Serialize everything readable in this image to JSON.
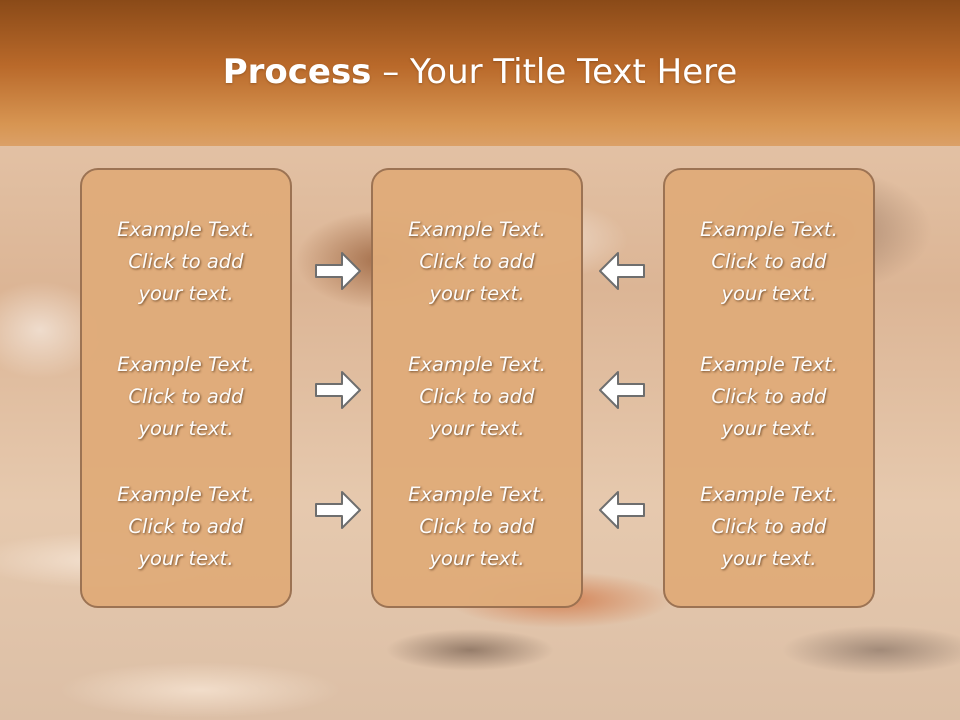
{
  "slide": {
    "title_bold": "Process",
    "title_rest": " – Your Title Text Here"
  },
  "columns": {
    "left": {
      "items": [
        {
          "l1": "Example Text.",
          "l2": "Click  to add",
          "l3": "your text."
        },
        {
          "l1": "Example Text.",
          "l2": "Click  to add",
          "l3": "your text."
        },
        {
          "l1": "Example Text.",
          "l2": "Click  to add",
          "l3": "your text."
        }
      ]
    },
    "center": {
      "items": [
        {
          "l1": "Example Text.",
          "l2": "Click  to add",
          "l3": "your text."
        },
        {
          "l1": "Example Text.",
          "l2": "Click  to add",
          "l3": "your text."
        },
        {
          "l1": "Example Text.",
          "l2": "Click  to add",
          "l3": "your text."
        }
      ]
    },
    "right": {
      "items": [
        {
          "l1": "Example Text.",
          "l2": "Click  to add",
          "l3": "your text."
        },
        {
          "l1": "Example Text.",
          "l2": "Click  to add",
          "l3": "your text."
        },
        {
          "l1": "Example Text.",
          "l2": "Click  to add",
          "l3": "your text."
        }
      ]
    }
  },
  "icons": {
    "left_arrows": "arrow-right-icon",
    "right_arrows": "arrow-left-icon"
  },
  "colors": {
    "header": "#b9692a",
    "box_fill": "#e0ac7a",
    "box_border": "#9a7050",
    "arrow_fill": "#ffffff",
    "arrow_stroke": "#6e6e6e"
  }
}
